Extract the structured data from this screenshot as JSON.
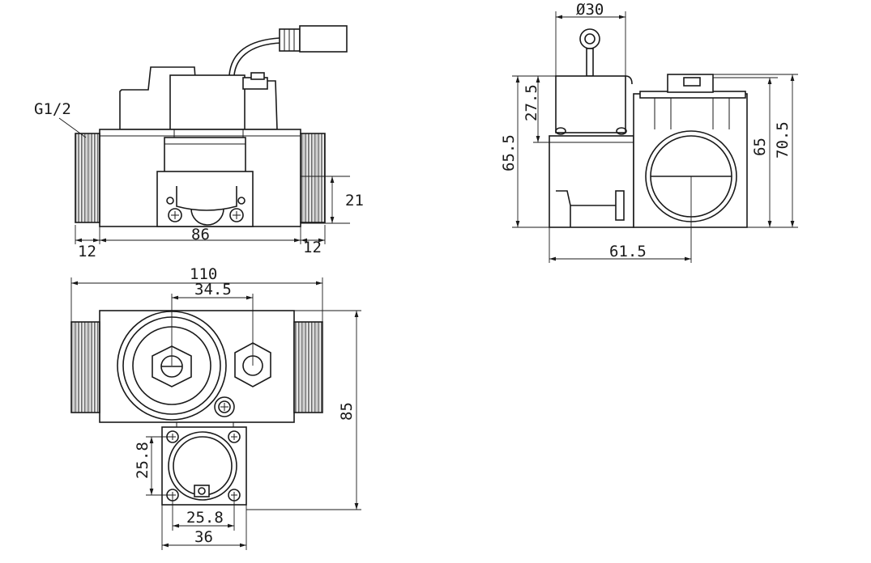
{
  "drawing": {
    "thread_spec": "G1/2",
    "front_view": {
      "height_21": "21",
      "width_86": "86",
      "thread_left_12": "12",
      "thread_right_12": "12"
    },
    "side_view": {
      "diameter_30": "Ø30",
      "height_27_5": "27.5",
      "height_65_5": "65.5",
      "height_65": "65",
      "height_70_5": "70.5",
      "width_61_5": "61.5"
    },
    "top_view": {
      "length_110": "110",
      "offset_34_5": "34.5",
      "height_85": "85",
      "flange_25_8_v": "25.8",
      "flange_25_8_h": "25.8",
      "flange_36": "36"
    }
  }
}
